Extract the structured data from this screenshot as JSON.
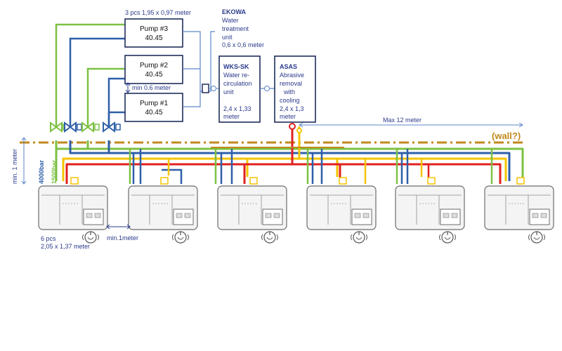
{
  "pumps": {
    "spec": "3 pcs 1,95 x 0,97 meter",
    "spacing": "min 0.6 meter",
    "items": [
      {
        "name": "Pump #3",
        "value": "40.45"
      },
      {
        "name": "Pump #2",
        "value": "40.45"
      },
      {
        "name": "Pump #1",
        "value": "40.45"
      }
    ]
  },
  "ekowa": {
    "title": "EKOWA",
    "lines": [
      "Water",
      "treatment",
      "unit",
      "0,6 x 0,6 meter"
    ]
  },
  "wks": {
    "title": "WKS-SK",
    "lines": [
      "Water re-",
      "circulation",
      "unit"
    ],
    "size": [
      "2,4 x 1,33",
      "meter"
    ]
  },
  "asas": {
    "title": "ASAS",
    "lines": [
      "Abrasive",
      "removal",
      "with",
      "cooling"
    ],
    "size": [
      "2,4 x 1,3",
      "meter"
    ]
  },
  "max_distance": "Max 12 meter",
  "wall_label": "(wall?)",
  "min_1_meter": "min. 1 meter",
  "pressure_4000": "4000bar",
  "pressure_1500": "1500bar",
  "machines": {
    "count": 6,
    "spec_line1": "6 pcs",
    "spec_line2": "2,05 x 1,37 meter",
    "spacing": "min.1meter"
  },
  "colors": {
    "green": "#7cc143",
    "blue": "#2e5fa8",
    "red": "#e02020",
    "yellow": "#f5c400",
    "wall": "#c08a1c",
    "label": "#2b3a8a"
  }
}
